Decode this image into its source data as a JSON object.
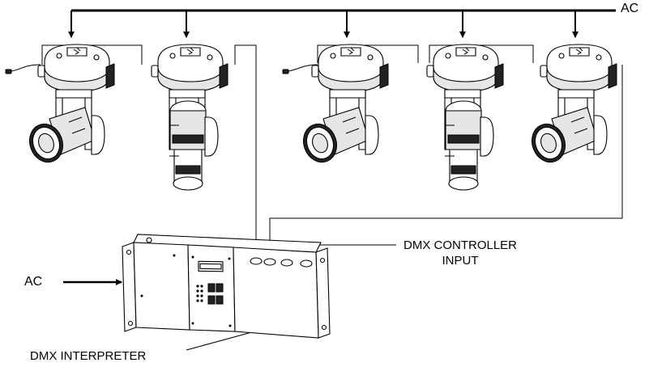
{
  "labels": {
    "ac_top": "AC",
    "ac_left": "AC",
    "dmx_controller_input": "DMX CONTROLLER\nINPUT",
    "dmx_interpreter": "DMX INTERPRETER"
  },
  "fixtures": [
    {
      "head": "lens"
    },
    {
      "head": "yoke"
    },
    {
      "head": "lens"
    },
    {
      "head": "yoke"
    },
    {
      "head": "lens"
    }
  ],
  "colors": {
    "line": "#000000",
    "background": "#ffffff"
  }
}
